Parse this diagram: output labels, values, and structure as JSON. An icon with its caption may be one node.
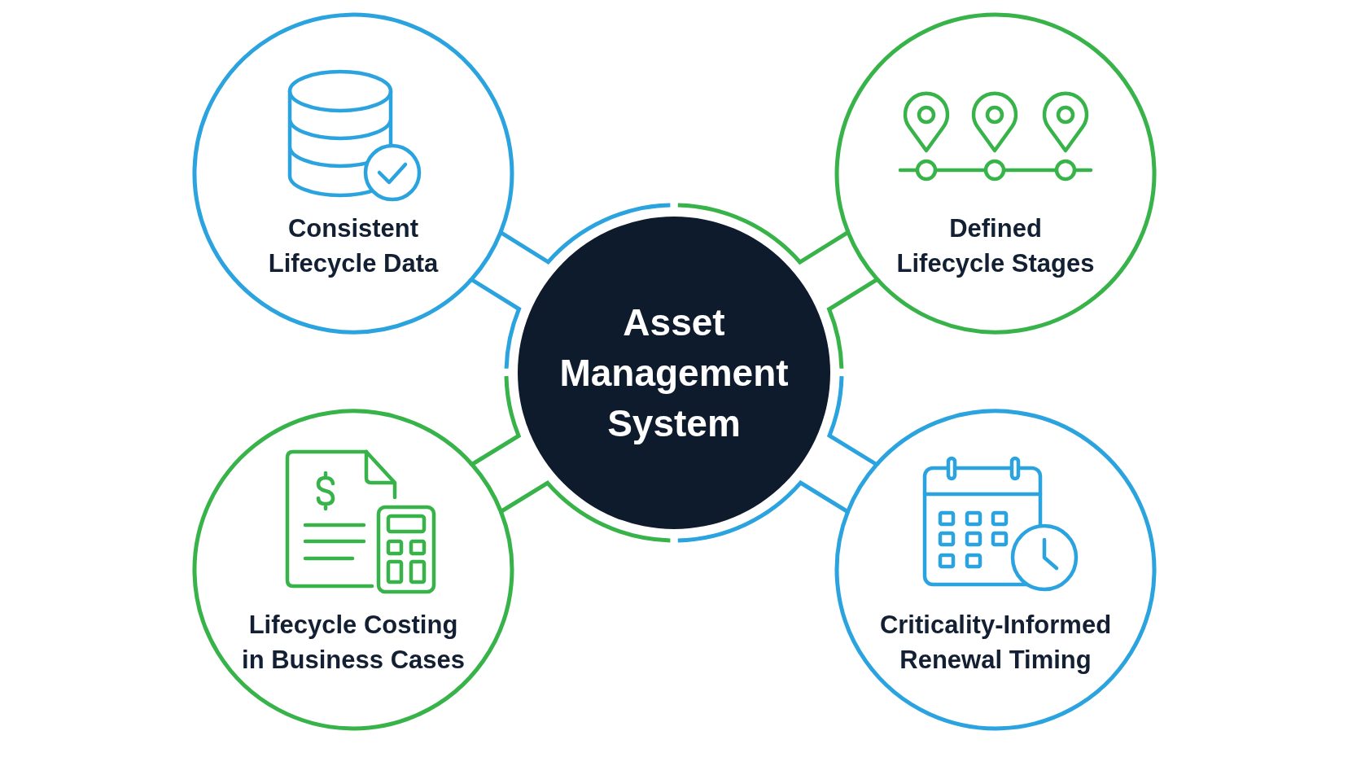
{
  "diagram": {
    "nodes": [
      {
        "text": [
          "Consistent Lifecycle Data"
        ]
      },
      {
        "text": [
          "Defined Lifecycle Stages"
        ]
      },
      {
        "text": [
          "Asset Management System"
        ]
      },
      {
        "text": [
          "Lifecycle Costing in Business Cases"
        ]
      },
      {
        "text": [
          "Criticality-Informed Renewal Timing"
        ]
      }
    ],
    "edges": [
      {
        "from": 2,
        "to": 0,
        "arrow": "none",
        "color": "#2aa3df"
      },
      {
        "from": 2,
        "to": 1,
        "arrow": "none",
        "color": "#37b34a"
      },
      {
        "from": 2,
        "to": 3,
        "arrow": "none",
        "color": "#37b34a"
      },
      {
        "from": 2,
        "to": 4,
        "arrow": "none",
        "color": "#2aa3df"
      }
    ]
  }
}
